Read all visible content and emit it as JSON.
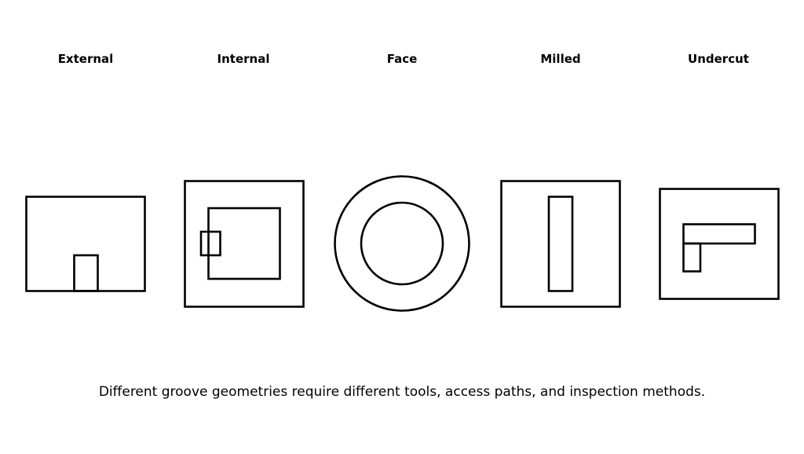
{
  "labels": {
    "external": "External",
    "internal": "Internal",
    "face": "Face",
    "milled": "Milled",
    "undercut": "Undercut"
  },
  "caption": "Different groove geometries require different tools, access paths, and inspection methods.",
  "colors": {
    "stroke": "#000000",
    "background": "#ffffff"
  }
}
